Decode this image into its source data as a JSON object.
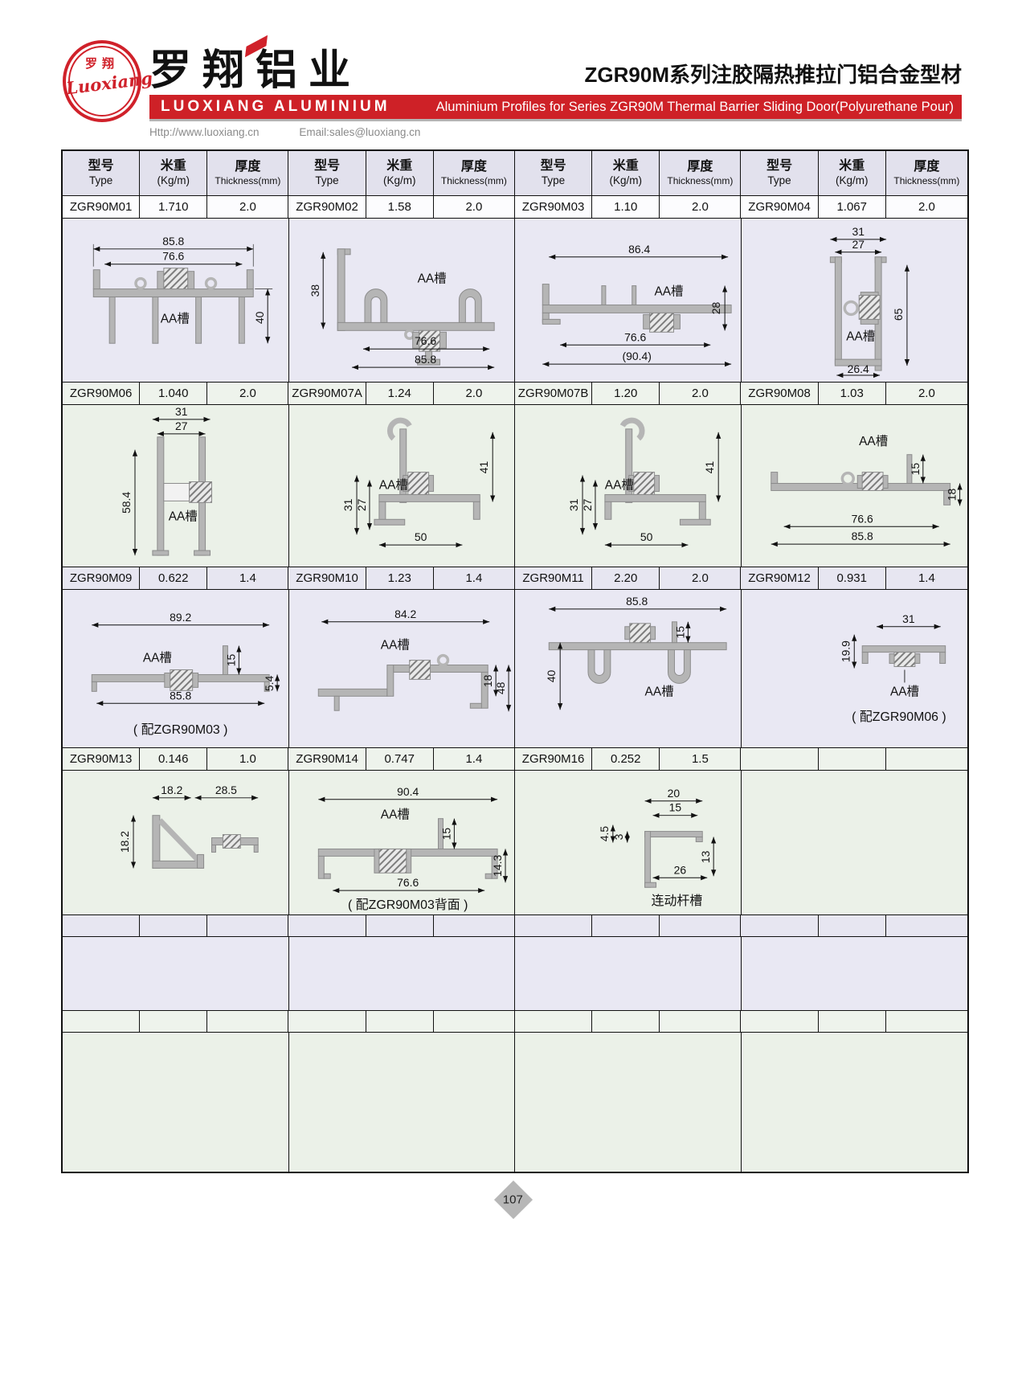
{
  "header": {
    "logo_cn": "罗翔",
    "logo_script": "Luoxiang",
    "company_cn": "罗翔铝业",
    "company_en": "LUOXIANG ALUMINIUM",
    "title_cn": "ZGR90M系列注胶隔热推拉门铝合金型材",
    "banner_en": "Aluminium Profiles for Series ZGR90M Thermal Barrier Sliding Door(Polyurethane Pour)",
    "url": "Http://www.luoxiang.cn",
    "email": "Email:sales@luoxiang.cn"
  },
  "colors": {
    "brand_red": "#ce2127",
    "drawing_lavender": "#e9e8f3",
    "drawing_green": "#ebf1e8"
  },
  "table": {
    "col_headers": [
      {
        "cn": "型号",
        "en": "Type"
      },
      {
        "cn": "米重",
        "en": "(Kg/m)"
      },
      {
        "cn": "厚度",
        "en": "Thickness(mm)"
      }
    ],
    "rows": [
      [
        [
          "ZGR90M01",
          "1.710",
          "2.0"
        ],
        [
          "ZGR90M02",
          "1.58",
          "2.0"
        ],
        [
          "ZGR90M03",
          "1.10",
          "2.0"
        ],
        [
          "ZGR90M04",
          "1.067",
          "2.0"
        ]
      ],
      [
        [
          "ZGR90M06",
          "1.040",
          "2.0"
        ],
        [
          "ZGR90M07A",
          "1.24",
          "2.0"
        ],
        [
          "ZGR90M07B",
          "1.20",
          "2.0"
        ],
        [
          "ZGR90M08",
          "1.03",
          "2.0"
        ]
      ],
      [
        [
          "ZGR90M09",
          "0.622",
          "1.4"
        ],
        [
          "ZGR90M10",
          "1.23",
          "1.4"
        ],
        [
          "ZGR90M11",
          "2.20",
          "2.0"
        ],
        [
          "ZGR90M12",
          "0.931",
          "1.4"
        ]
      ],
      [
        [
          "ZGR90M13",
          "0.146",
          "1.0"
        ],
        [
          "ZGR90M14",
          "0.747",
          "1.4"
        ],
        [
          "ZGR90M16",
          "0.252",
          "1.5"
        ],
        [
          "",
          "",
          ""
        ]
      ]
    ]
  },
  "drawings": {
    "m01": {
      "top1": "85.8",
      "top2": "76.6",
      "slot": "AA槽",
      "right1": "40"
    },
    "m02": {
      "left1": "38",
      "slot": "AA槽",
      "bot1": "76.6",
      "bot2": "85.8"
    },
    "m03": {
      "top1": "86.4",
      "slot": "AA槽",
      "right1": "28",
      "bot1": "76.6",
      "bot2": "(90.4)"
    },
    "m04": {
      "top1": "31",
      "top2": "27",
      "slot": "AA槽",
      "right1": "65",
      "bot1": "26.4"
    },
    "m06": {
      "top1": "31",
      "top2": "27",
      "left1": "58.4",
      "slot": "AA槽"
    },
    "m07a": {
      "left1": "31",
      "left2": "27",
      "slot": "AA槽",
      "right1": "41",
      "bot1": "50"
    },
    "m07b": {
      "left1": "31",
      "left2": "27",
      "slot": "AA槽",
      "right1": "41",
      "bot1": "50"
    },
    "m08": {
      "slot": "AA槽",
      "tab": "15",
      "right1": "18",
      "bot1": "76.6",
      "bot2": "85.8"
    },
    "m09": {
      "top1": "89.2",
      "slot": "AA槽",
      "tab": "15",
      "bot1": "85.8",
      "right1": "5.4",
      "cap": "( 配ZGR90M03 )"
    },
    "m10": {
      "top1": "84.2",
      "slot": "AA槽",
      "right1": "18",
      "right2": "48"
    },
    "m11": {
      "top1": "85.8",
      "tab": "15",
      "left1": "40",
      "slot": "AA槽"
    },
    "m12": {
      "top1": "31",
      "left1": "19.9",
      "slot": "AA槽",
      "cap": "( 配ZGR90M06 )"
    },
    "m13": {
      "top1": "18.2",
      "top2": "28.5",
      "left1": "18.2"
    },
    "m14": {
      "top1": "90.4",
      "slot": "AA槽",
      "tab": "15",
      "bot1": "76.6",
      "right1": "14.3",
      "cap": "( 配ZGR90M03背面 )"
    },
    "m16": {
      "top1": "20",
      "top2": "15",
      "right1": "13",
      "left1": "4.5",
      "left2": "3",
      "bot1": "26",
      "cap": "连动杆槽"
    }
  },
  "footer": {
    "page": "107"
  }
}
